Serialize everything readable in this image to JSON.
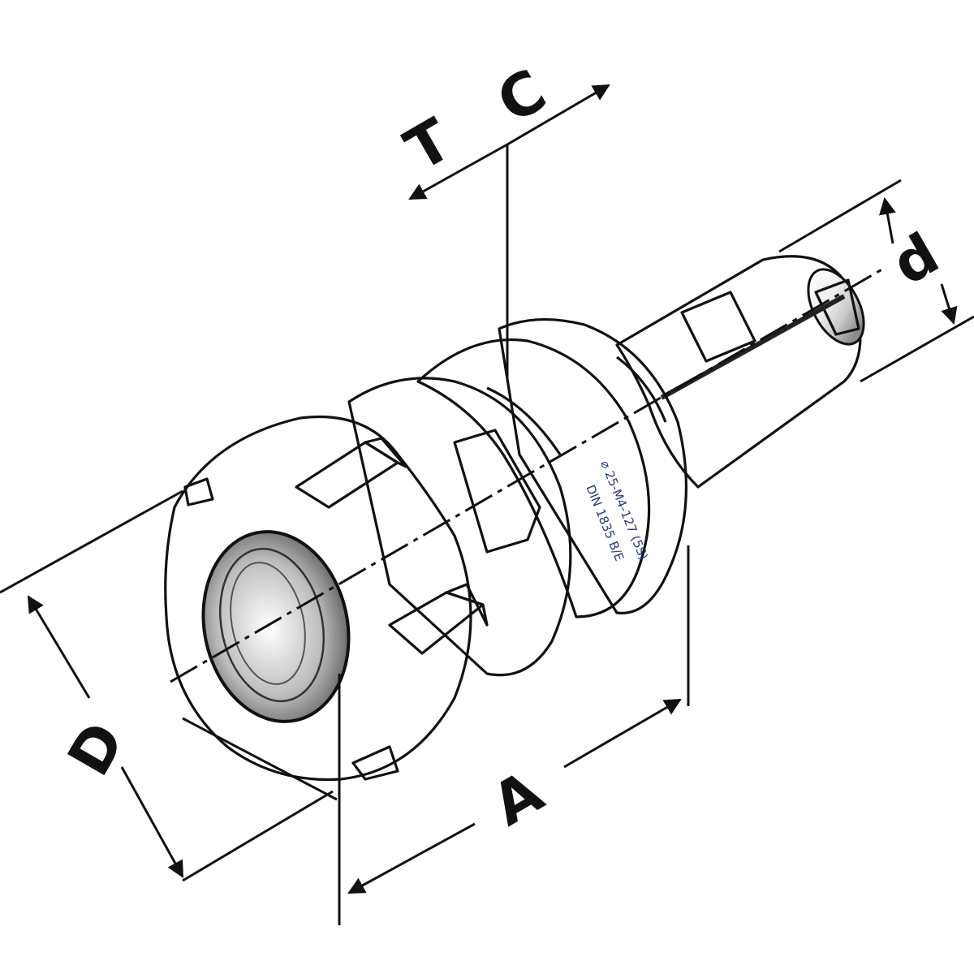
{
  "dimensions": {
    "T": "T",
    "C": "C",
    "d": "d",
    "D": "D",
    "A": "A"
  },
  "band_text": {
    "line1": "⌀ 25-M4-127 (5S)",
    "line2": "DIN 1835 B/E"
  },
  "colors": {
    "band_top": "#9aa6ee",
    "band_bottom": "#3d55d8",
    "metal_light": "#ffffff",
    "metal_dark": "#8c8c8c",
    "line": "#111111"
  }
}
